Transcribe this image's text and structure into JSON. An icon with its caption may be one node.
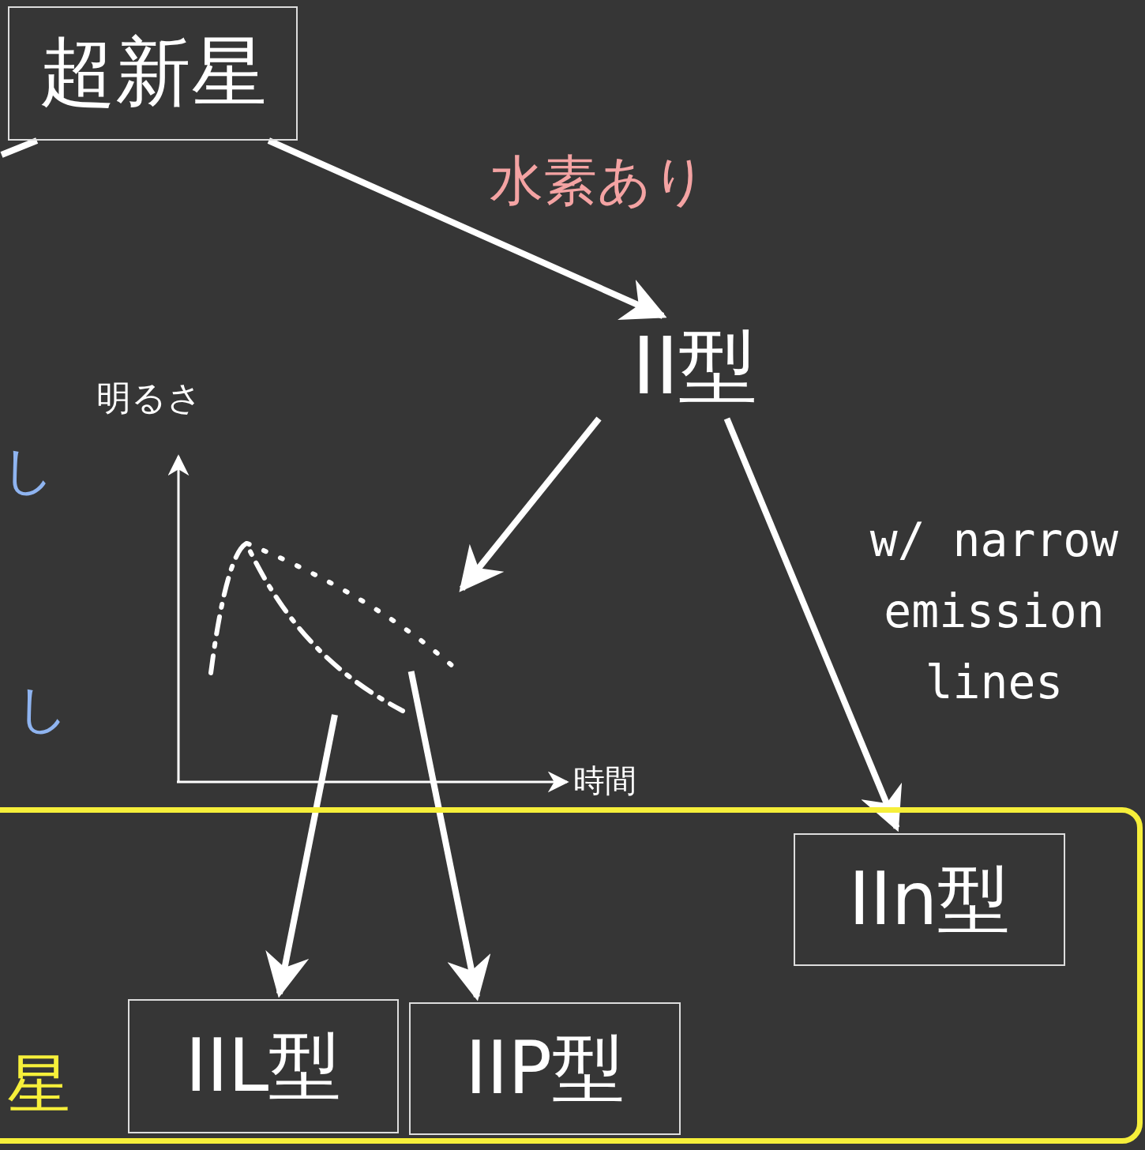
{
  "diagram": {
    "nodes": [
      {
        "text": [
          "超新星"
        ]
      },
      {
        "text": [
          "II型"
        ]
      },
      {
        "text": [],
        "shape": "picture"
      },
      {
        "text": [],
        "shape": "line",
        "in": 2
      },
      {
        "text": [],
        "shape": "line",
        "in": 2
      },
      {
        "text": [
          "星"
        ]
      },
      {
        "text": [
          "IIn型"
        ],
        "in": 5
      },
      {
        "text": [
          "IIL型"
        ],
        "in": 5
      },
      {
        "text": [
          "IIP型"
        ],
        "in": 5
      }
    ],
    "edges": [
      {
        "from": 0,
        "to": 1,
        "arrow": "to",
        "label": "水素あり"
      },
      {
        "from": 0,
        "to": null,
        "arrow": "none"
      },
      {
        "from": 1,
        "to": 2,
        "arrow": "to"
      },
      {
        "from": 1,
        "to": 6,
        "arrow": "to",
        "label": "w/ narrow emission lines"
      },
      {
        "from": 3,
        "to": 7,
        "arrow": "to"
      },
      {
        "from": 4,
        "to": 8,
        "arrow": "to"
      }
    ],
    "labels": [
      "明るさ",
      "し",
      "し",
      "時間"
    ]
  }
}
